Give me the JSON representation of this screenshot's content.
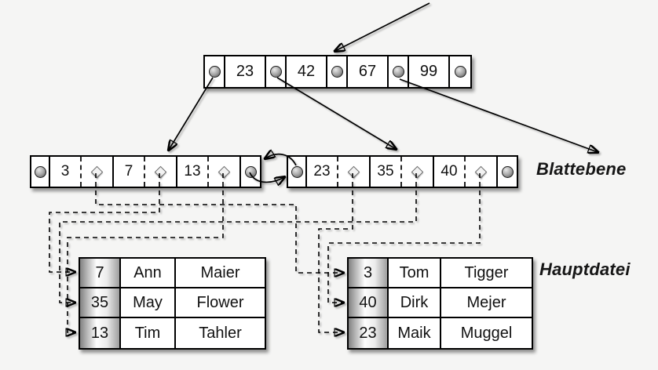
{
  "diagram": {
    "type": "b-plus-tree-index",
    "labels": {
      "leaf_level": "Blattebene",
      "main_file": "Hauptdatei"
    },
    "root_node": {
      "keys": [
        "23",
        "42",
        "67",
        "99"
      ]
    },
    "leaf_nodes": [
      {
        "keys": [
          "3",
          "7",
          "13"
        ]
      },
      {
        "keys": [
          "23",
          "35",
          "40"
        ]
      }
    ],
    "tables": [
      {
        "rows": [
          {
            "key": "7",
            "first": "Ann",
            "last": "Maier"
          },
          {
            "key": "35",
            "first": "May",
            "last": "Flower"
          },
          {
            "key": "13",
            "first": "Tim",
            "last": "Tahler"
          }
        ]
      },
      {
        "rows": [
          {
            "key": "3",
            "first": "Tom",
            "last": "Tigger"
          },
          {
            "key": "40",
            "first": "Dirk",
            "last": "Mejer"
          },
          {
            "key": "23",
            "first": "Maik",
            "last": "Muggel"
          }
        ]
      }
    ],
    "icons": {
      "pointer_circle": "●",
      "record_pointer_diamond": "◇",
      "arrowhead": "➤"
    },
    "colors": {
      "background": "#f5f5f4",
      "node_fill": "#ffffff",
      "line": "#000000",
      "key_column_gradient_dark": "#828282",
      "key_column_gradient_light": "#fdfdfd"
    }
  }
}
